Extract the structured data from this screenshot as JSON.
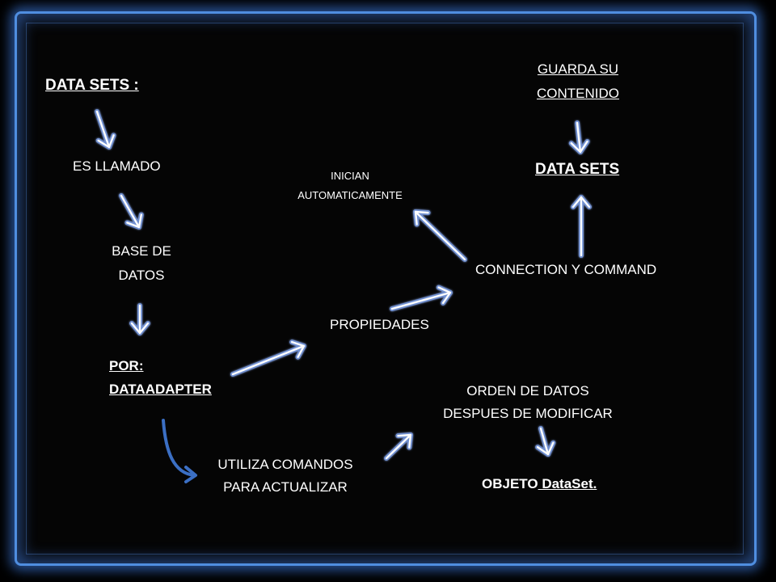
{
  "nodes": {
    "data_sets_title": "DATA SETS :",
    "es_llamado": "ES LLAMADO",
    "base_de_datos_1": "BASE DE",
    "base_de_datos_2": "DATOS",
    "por": "POR:",
    "dataadapter": "DATAADAPTER",
    "propiedades": "PROPIEDADES",
    "connection_command": "CONNECTION Y COMMAND",
    "inician_1": "INICIAN",
    "inician_2": "AUTOMATICAMENTE",
    "data_sets": "DATA SETS",
    "guarda_1": "GUARDA SU",
    "guarda_2": "CONTENIDO",
    "utiliza_1": "UTILIZA COMANDOS",
    "utiliza_2": "PARA ACTUALIZAR",
    "orden_1": "ORDEN DE DATOS",
    "orden_2": "DESPUES DE MODIFICAR",
    "objeto_prefix": "OBJETO",
    "objeto_suffix": " DataSet."
  },
  "colors": {
    "frame": "#4f8ee0",
    "arrow_outline": "#6f8fd0",
    "curved_arrow": "#3b6fc4",
    "text": "#ffffff"
  }
}
